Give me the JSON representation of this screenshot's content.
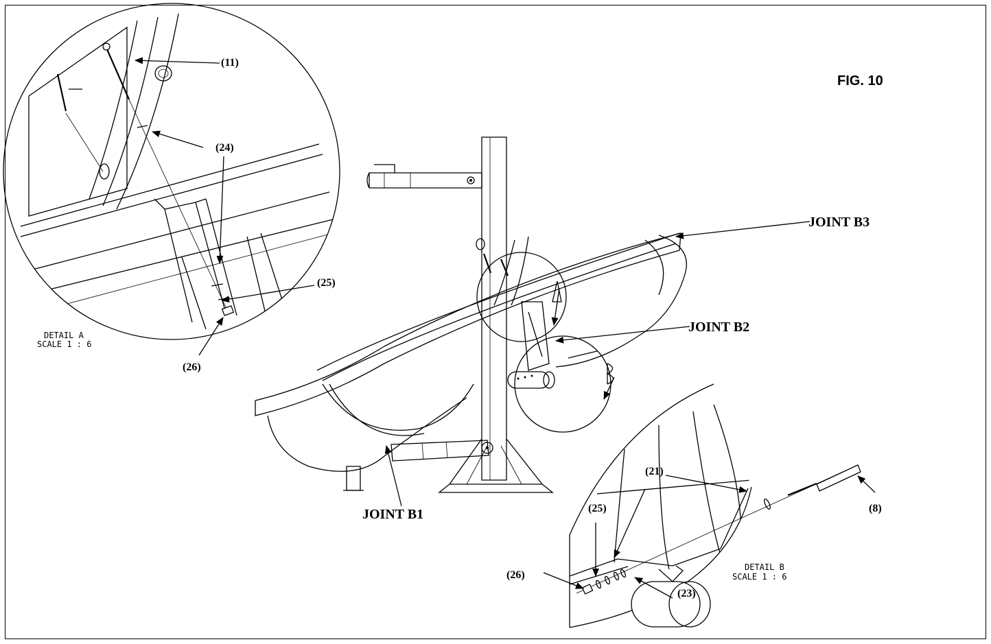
{
  "figure": {
    "label": "FIG. 10"
  },
  "joints": {
    "b1": "JOINT B1",
    "b2": "JOINT B2",
    "b3": "JOINT B3"
  },
  "detail_a": {
    "title": "DETAIL A",
    "scale": "SCALE 1 : 6",
    "callouts": {
      "c11": "(11)",
      "c24": "(24)",
      "c25": "(25)",
      "c26": "(26)"
    }
  },
  "detail_b": {
    "title": "DETAIL B",
    "scale": "SCALE 1 : 6",
    "callouts": {
      "c21": "(21)",
      "c25": "(25)",
      "c26": "(26)",
      "c23": "(23)",
      "c8": "(8)"
    }
  }
}
